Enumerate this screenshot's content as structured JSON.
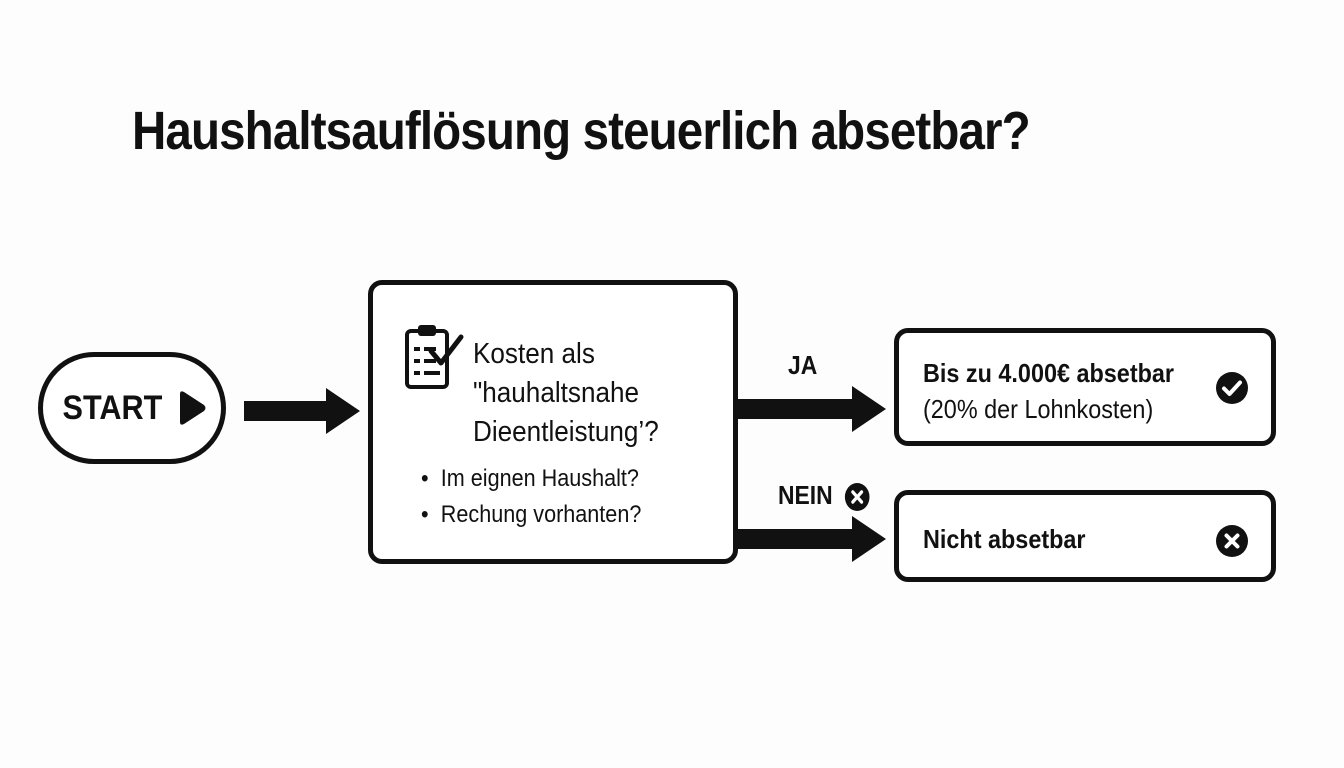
{
  "title": "Haushaltsauflösung steuerlich absetbar?",
  "start": {
    "label": "START",
    "icon": "play-icon"
  },
  "decision": {
    "icon": "clipboard-checklist-icon",
    "question_lines": [
      "Kosten als",
      "\"hauhaltsnahe",
      "Dieentleistung’?"
    ],
    "bullets": [
      "Im eignen Haushalt?",
      "Rechung vorhanten?"
    ]
  },
  "edges": {
    "yes_label": "JA",
    "no_label": "NEIN",
    "no_icon": "x-circle-icon"
  },
  "results": {
    "yes": {
      "line1": "Bis zu 4.000€ absetbar",
      "line2": "(20% der Lohnkosten)",
      "icon": "check-circle-icon"
    },
    "no": {
      "line1": "Nicht absetbar",
      "icon": "x-circle-icon"
    }
  },
  "colors": {
    "stroke": "#111111",
    "background": "#fdfdfd"
  }
}
